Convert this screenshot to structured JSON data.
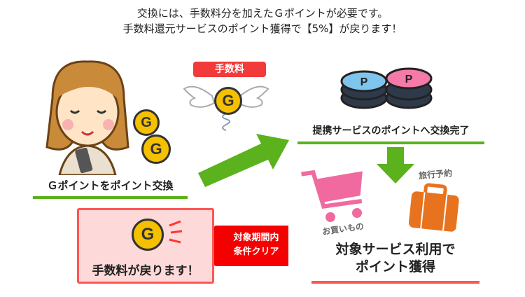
{
  "headline": {
    "line1": "交換には、手数料分を加えたＧポイントが必要です。",
    "line2": "手数料還元サービスのポイント獲得で【5%】が戻ります！"
  },
  "steps": {
    "exchange_label": "Ｇポイントをポイント交換",
    "fee_badge": "手数料",
    "partner_label": "提携サービスのポイントへ交換完了",
    "travel_label": "旅行予約",
    "shopping_label": "お買いもの",
    "use_service_line1": "対象サービス利用で",
    "use_service_line2": "ポイント獲得",
    "condition_line1": "対象期間内",
    "condition_line2": "条件クリア",
    "refund_label": "手数料が戻ります！"
  },
  "coin_letters": {
    "g": "G",
    "p": "P"
  },
  "colors": {
    "green": "#5bb21c",
    "red": "#f50000",
    "pink_box": "#fdd9d9",
    "coin": "#f5c000"
  }
}
